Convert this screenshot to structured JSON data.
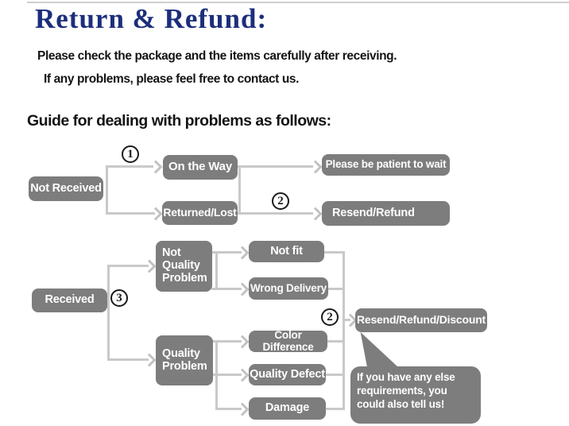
{
  "header": {
    "title": "Return & Refund:",
    "intro_line1": "Please check the package and the items carefully after receiving.",
    "intro_line2": "If any problems, please feel free to contact us.",
    "guide_heading": "Guide for dealing with problems as follows:"
  },
  "colors": {
    "title_navy": "#1c2e7c",
    "node_fill": "#7d7d7d",
    "node_text": "#ffffff",
    "connector_gray": "#c9c9c9"
  },
  "steps": {
    "one": "1",
    "two": "2",
    "three": "3"
  },
  "nodes": {
    "not_received": "Not Received",
    "on_the_way": "On the Way",
    "returned_lost": "Returned/Lost",
    "please_be_patient": "Please be patient to wait",
    "resend_refund": "Resend/Refund",
    "received": "Received",
    "not_quality_problem": "Not Quality Problem",
    "not_fit": "Not fit",
    "wrong_delivery": "Wrong Delivery",
    "quality_problem": "Quality Problem",
    "color_difference": "Color Difference",
    "quality_defect": "Quality Defect",
    "damage": "Damage",
    "resend_refund_discount": "Resend/Refund/Discount",
    "note_bubble": "If you have any else requirements, you could also tell us!"
  }
}
